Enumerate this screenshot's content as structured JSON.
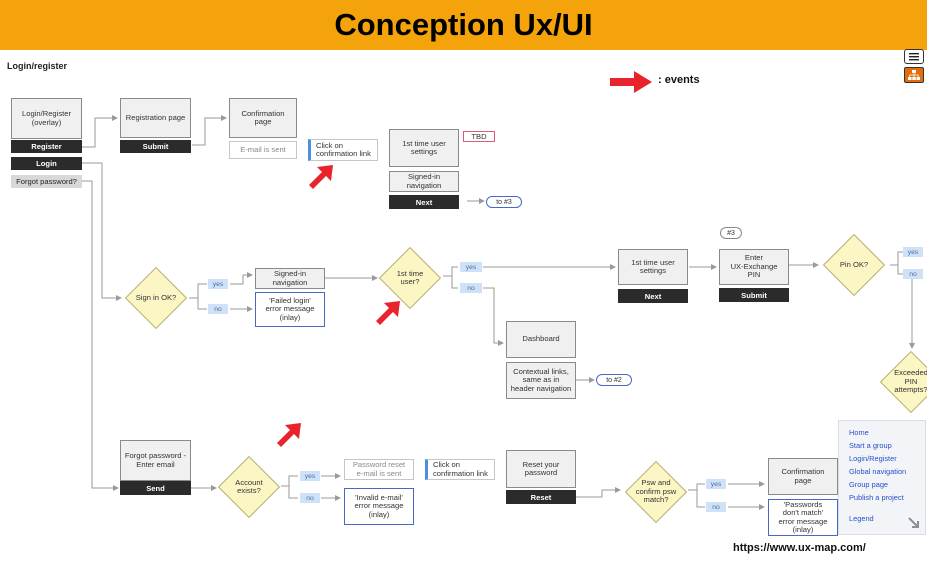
{
  "header": {
    "title": "Conception Ux/UI"
  },
  "section_title": "Login/register",
  "legend_events": ": events",
  "url": "https://www.ux-map.com/",
  "colors": {
    "banner": "#f4a30a",
    "event_arrow": "#e8232b",
    "decision": "#fbf6c3",
    "link": "#2750c8"
  },
  "icons": {
    "menu": "hamburger-icon",
    "sitemap": "sitemap-icon",
    "resize": "resize-corner-icon"
  },
  "nodes": {
    "login_overlay": "Login/Register\n(overlay)",
    "register_btn": "Register",
    "login_btn": "Login",
    "forgot_btn": "Forgot password?",
    "registration_page": "Registration page",
    "submit_btn1": "Submit",
    "confirmation_page1": "Confirmation\npage",
    "email_sent": "E-mail is sent",
    "click_link1": "Click on\nconfirmation link",
    "first_time_settings1": "1st time user\nsettings",
    "tbd": "TBD",
    "signedin_nav1": "Signed-in\nnavigation",
    "next_btn1": "Next",
    "to3": "to #3",
    "signin_ok": "Sign in OK?",
    "yes": "yes",
    "no": "no",
    "signedin_nav2": "Signed-in\nnavigation",
    "failed_login": "'Failed login'\nerror message\n(inlay)",
    "first_time_user": "1st time\nuser?",
    "first_time_settings2": "1st time user\nsettings",
    "next_btn2": "Next",
    "dashboard": "Dashboard",
    "contextual_links": "Contextual links,\nsame as in\nheader navigation",
    "to2": "to #2",
    "marker3": "#3",
    "enter_pin": "Enter\nUX-Exchange\nPIN",
    "submit_btn2": "Submit",
    "pin_ok": "Pin OK?",
    "exceeded_pin": "Exceeded\nPIN\nattempts?",
    "forgot_page": "Forgot password -\nEnter email",
    "send_btn": "Send",
    "account_exists": "Account\nexists?",
    "pw_reset_sent": "Password reset\ne-mail is sent",
    "click_link2": "Click on\nconfirmation link",
    "invalid_email": "'Invalid e-mail'\nerror message\n(inlay)",
    "reset_page": "Reset your\npassword",
    "reset_btn": "Reset",
    "psw_match": "Psw and\nconfirm psw\nmatch?",
    "confirmation_page2": "Confirmation\npage",
    "psw_mismatch": "'Passwords\ndon't match'\nerror message\n(inlay)"
  },
  "legend_panel": {
    "links": [
      "Home",
      "Start a group",
      "Login/Register",
      "Global navigation",
      "Group page",
      "Publish a project"
    ],
    "legend_label": "Legend"
  }
}
